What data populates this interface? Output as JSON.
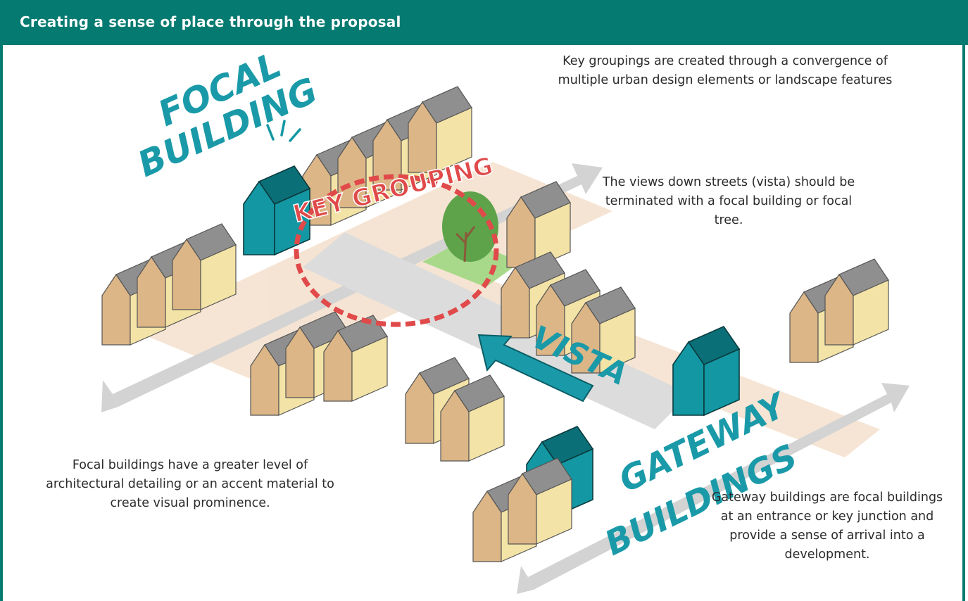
{
  "header": {
    "title": "Creating a sense of place through the proposal"
  },
  "labels": {
    "focal": "FOCAL",
    "building": "BUILDING",
    "key_grouping": "KEY GROUPING",
    "vista": "VISTA",
    "gateway": "GATEWAY",
    "buildings": "BUILDINGS"
  },
  "captions": {
    "key_grouping": "Key groupings are created through a convergence of multiple urban design elements or landscape features",
    "vista": "The views down streets (vista) should be terminated with a focal building or focal tree.",
    "focal": "Focal buildings have a greater level of architectural detailing or an accent material to create visual prominence.",
    "gateway": "Gateway buildings are focal buildings at an entrance or key junction and provide a sense of arrival into a development."
  },
  "colors": {
    "header": "#047a70",
    "teal_building": "#1397a3",
    "cream_wall": "#f3e3a6",
    "tan_gable": "#dcb687",
    "roof": "#8f8f8f",
    "street": "#d9d9d9",
    "key_ring": "#e04a4a"
  }
}
